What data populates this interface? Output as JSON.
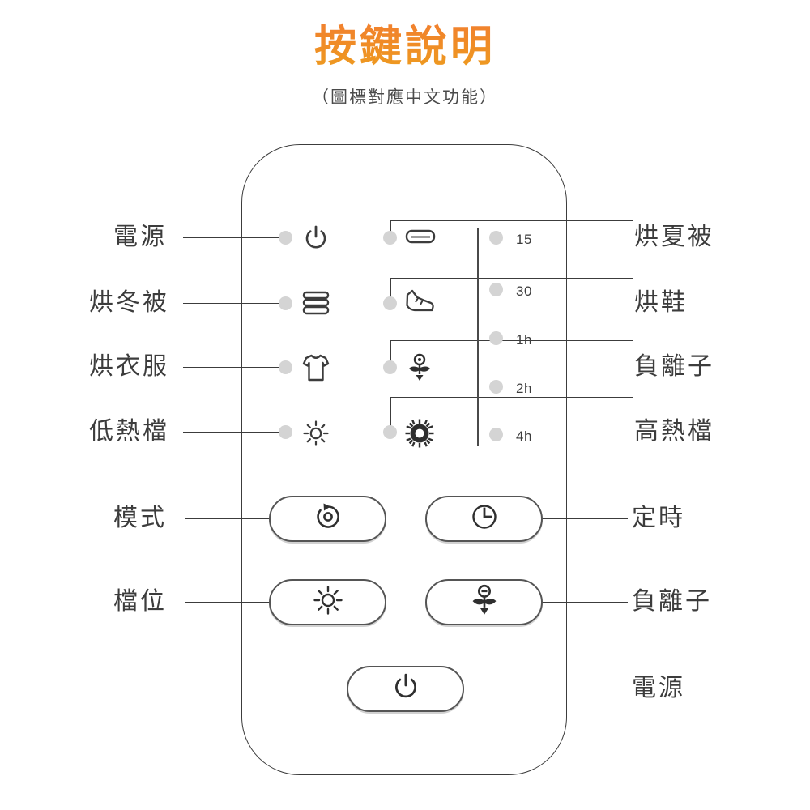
{
  "header": {
    "title": "按鍵說明",
    "subtitle": "（圖標對應中文功能）",
    "title_color": "#F08828",
    "subtitle_color": "#4a4a4a"
  },
  "device": {
    "name": "remote-control",
    "body_color": "#ffffff",
    "outline_color": "#3c3c3c",
    "led_color": "#d4d4d4"
  },
  "indicators": {
    "left_column": [
      {
        "label": "電源",
        "icon": "power-icon"
      },
      {
        "label": "烘冬被",
        "icon": "thick-quilt-icon"
      },
      {
        "label": "烘衣服",
        "icon": "tshirt-icon"
      },
      {
        "label": "低熱檔",
        "icon": "small-sun-icon"
      }
    ],
    "middle_column": [
      {
        "label": "烘夏被",
        "icon": "thin-quilt-icon"
      },
      {
        "label": "烘鞋",
        "icon": "shoe-icon"
      },
      {
        "label": "負離子",
        "icon": "ion-plant-icon"
      },
      {
        "label": "高熱檔",
        "icon": "sunburst-icon"
      }
    ],
    "timer_column": [
      {
        "value": "15"
      },
      {
        "value": "30"
      },
      {
        "value": "1h"
      },
      {
        "value": "2h"
      },
      {
        "value": "4h"
      }
    ]
  },
  "buttons": [
    {
      "label": "模式",
      "icon": "mode-cycle-icon",
      "side": "left"
    },
    {
      "label": "定時",
      "icon": "clock-icon",
      "side": "right"
    },
    {
      "label": "檔位",
      "icon": "sun-icon",
      "side": "left"
    },
    {
      "label": "負離子",
      "icon": "ion-plant-icon",
      "side": "right"
    },
    {
      "label": "電源",
      "icon": "power-icon",
      "side": "bottom"
    }
  ]
}
